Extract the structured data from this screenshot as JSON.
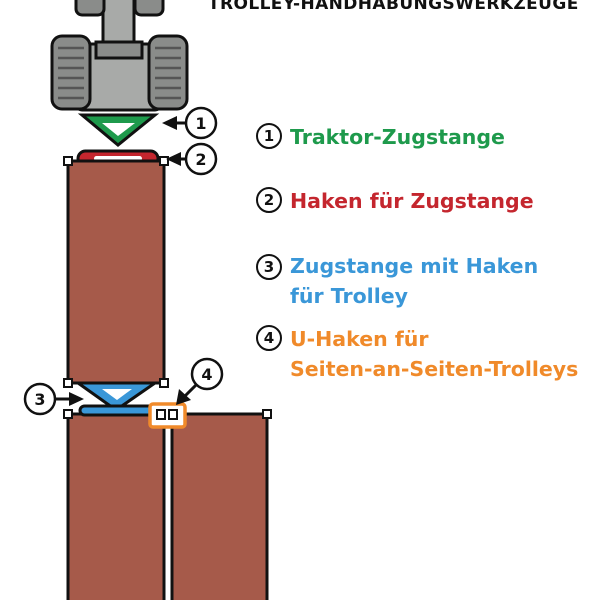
{
  "title": "TROLLEY-HANDHABUNGSWERKZEUGE",
  "legend": [
    {
      "num": "1",
      "text": "Traktor-Zugstange",
      "color": "#1e9a4c"
    },
    {
      "num": "2",
      "text": "Haken für Zugstange",
      "color": "#c4262e"
    },
    {
      "num": "3",
      "text": "Zugstange mit Haken\nfür Trolley",
      "color": "#3a97d8"
    },
    {
      "num": "4",
      "text": "U-Haken für\nSeiten-an-Seiten-Trolleys",
      "color": "#f08a2a"
    }
  ],
  "callouts": [
    "1",
    "2",
    "3",
    "4"
  ],
  "colors": {
    "trolley": "#a65a4a",
    "drawbar": "#1e9a4c",
    "hook": "#c4262e",
    "trolley_drawbar": "#3a97d8",
    "u_hook": "#f08a2a",
    "tractor_body": "#a8aaa8",
    "tire": "#8a8c8a"
  }
}
